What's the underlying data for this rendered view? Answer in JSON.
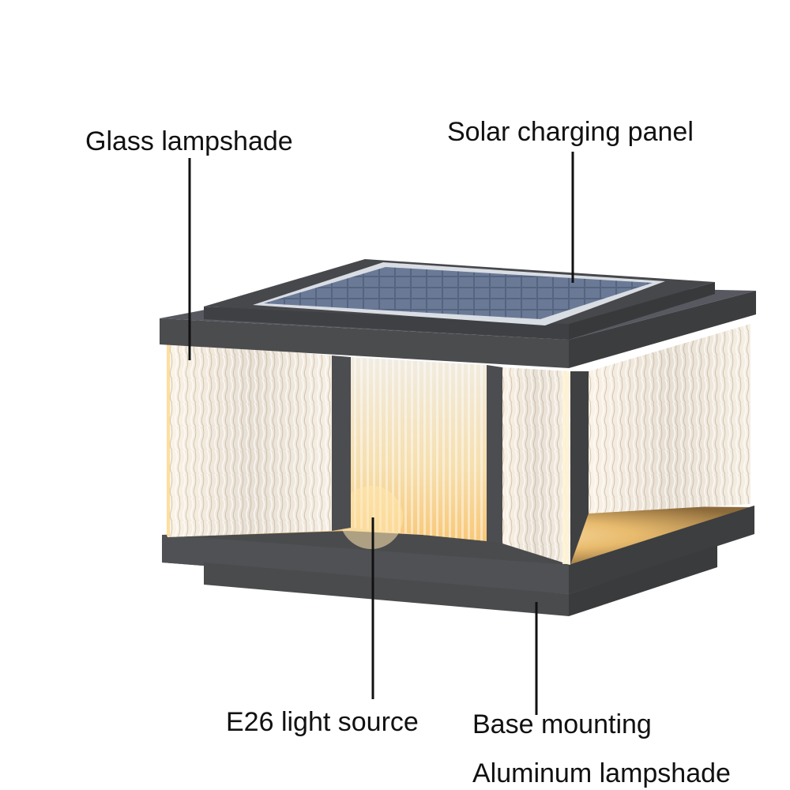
{
  "labels": {
    "glass_lampshade": "Glass lampshade",
    "solar_panel": "Solar charging panel",
    "light_source": "E26 light source",
    "base_mounting": "Base mounting",
    "aluminum_lampshade": "Aluminum lampshade"
  },
  "colors": {
    "frame": "#4a4b4d",
    "frame_dark": "#3b3c3e",
    "frame_light": "#5c5d60",
    "glow": "#f7d9a0",
    "glass": "#e9e3d9",
    "panel": "#5a6a86",
    "leader": "#111111"
  }
}
